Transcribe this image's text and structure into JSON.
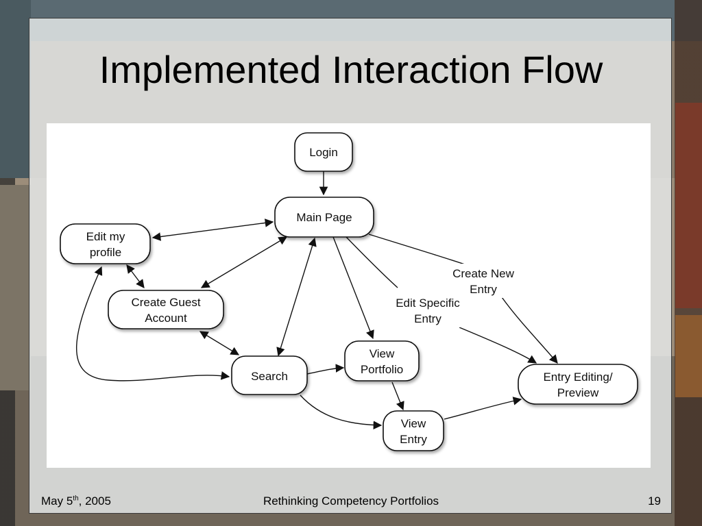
{
  "title": "Implemented Interaction Flow",
  "footer": {
    "date_prefix": "May 5",
    "date_sup": "th",
    "date_suffix": ", 2005",
    "center": "Rethinking Competency Portfolios",
    "page": "19"
  },
  "diagram": {
    "nodes": [
      {
        "id": "login",
        "lines": [
          "Login"
        ]
      },
      {
        "id": "main",
        "lines": [
          "Main Page"
        ]
      },
      {
        "id": "edit_profile",
        "lines": [
          "Edit my",
          "profile"
        ]
      },
      {
        "id": "guest",
        "lines": [
          "Create Guest",
          "Account"
        ]
      },
      {
        "id": "search",
        "lines": [
          "Search"
        ]
      },
      {
        "id": "view_portfolio",
        "lines": [
          "View",
          "Portfolio"
        ]
      },
      {
        "id": "view_entry",
        "lines": [
          "View",
          "Entry"
        ]
      },
      {
        "id": "entry_edit",
        "lines": [
          "Entry Editing/",
          "Preview"
        ]
      }
    ],
    "edges": [
      {
        "from": "login",
        "to": "main",
        "direction": "forward"
      },
      {
        "from": "main",
        "to": "edit_profile",
        "direction": "both"
      },
      {
        "from": "main",
        "to": "guest",
        "direction": "both"
      },
      {
        "from": "edit_profile",
        "to": "guest",
        "direction": "both"
      },
      {
        "from": "main",
        "to": "search",
        "direction": "both"
      },
      {
        "from": "guest",
        "to": "search",
        "direction": "both"
      },
      {
        "from": "edit_profile",
        "to": "search",
        "direction": "both"
      },
      {
        "from": "main",
        "to": "view_portfolio",
        "direction": "forward"
      },
      {
        "from": "main",
        "to": "entry_edit",
        "direction": "forward",
        "label": [
          "Create New",
          "Entry"
        ]
      },
      {
        "from": "main",
        "to": "entry_edit",
        "direction": "forward",
        "label": [
          "Edit Specific",
          "Entry"
        ]
      },
      {
        "from": "search",
        "to": "view_portfolio",
        "direction": "forward"
      },
      {
        "from": "search",
        "to": "view_entry",
        "direction": "forward"
      },
      {
        "from": "view_portfolio",
        "to": "view_entry",
        "direction": "forward"
      },
      {
        "from": "view_entry",
        "to": "entry_edit",
        "direction": "forward"
      }
    ]
  }
}
